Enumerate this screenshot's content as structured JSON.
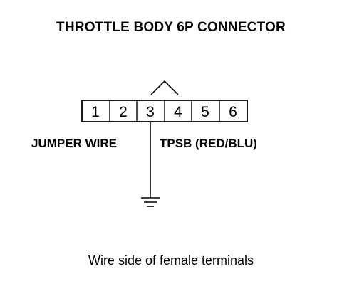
{
  "diagram": {
    "title": "THROTTLE BODY 6P CONNECTOR",
    "connector": {
      "pins": [
        "1",
        "2",
        "3",
        "4",
        "5",
        "6"
      ]
    },
    "labels": {
      "left": "JUMPER WIRE",
      "right": "TPSB (RED/BLU)"
    },
    "caption": "Wire side of female terminals",
    "ground_symbol": "ground-icon"
  }
}
